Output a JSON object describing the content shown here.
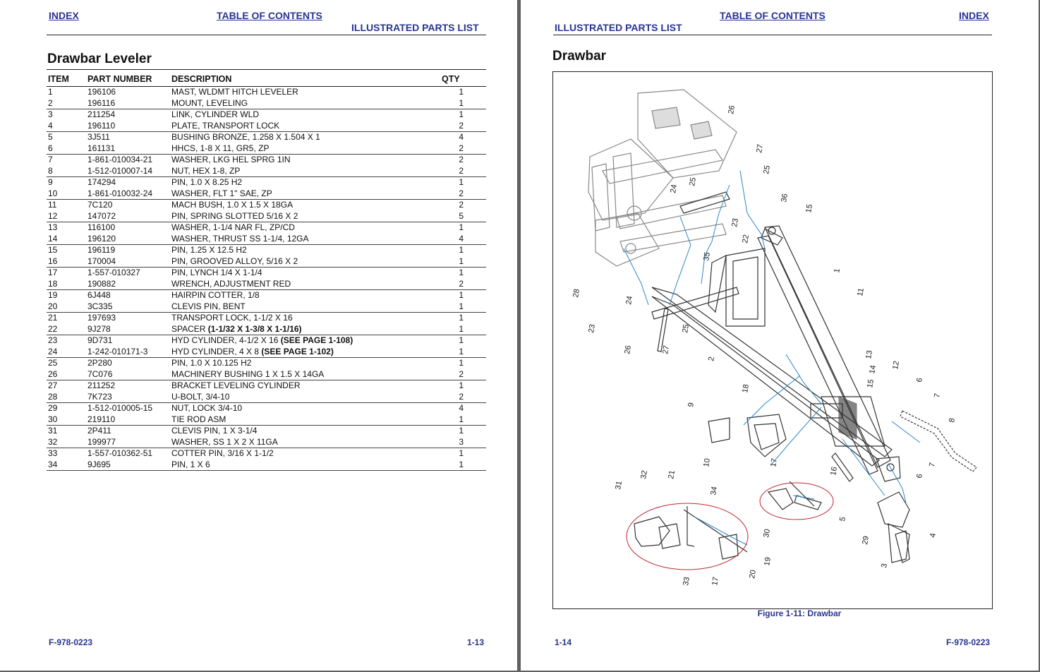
{
  "left_page": {
    "nav": {
      "index": "INDEX",
      "toc": "TABLE OF CONTENTS"
    },
    "section": "ILLUSTRATED PARTS LIST",
    "title": "Drawbar Leveler",
    "headers": {
      "item": "ITEM",
      "part": "PART NUMBER",
      "desc": "DESCRIPTION",
      "qty": "QTY"
    },
    "rows": [
      {
        "item": "1",
        "part": "196106",
        "desc": "MAST, WLDMT HITCH LEVELER",
        "ref": "",
        "qty": "1"
      },
      {
        "item": "2",
        "part": "196116",
        "desc": "MOUNT, LEVELING",
        "ref": "",
        "qty": "1"
      },
      {
        "item": "3",
        "part": "211254",
        "desc": "LINK, CYLINDER WLD",
        "ref": "",
        "qty": "1"
      },
      {
        "item": "4",
        "part": "196110",
        "desc": "PLATE, TRANSPORT LOCK",
        "ref": "",
        "qty": "2"
      },
      {
        "item": "5",
        "part": "3J511",
        "desc": "BUSHING BRONZE, 1.258 X 1.504 X 1",
        "ref": "",
        "qty": "4"
      },
      {
        "item": "6",
        "part": "161131",
        "desc": "HHCS, 1-8 X 11, GR5, ZP",
        "ref": "",
        "qty": "2"
      },
      {
        "item": "7",
        "part": "1-861-010034-21",
        "desc": "WASHER, LKG HEL SPRG 1IN",
        "ref": "",
        "qty": "2"
      },
      {
        "item": "8",
        "part": "1-512-010007-14",
        "desc": "NUT, HEX 1-8, ZP",
        "ref": "",
        "qty": "2"
      },
      {
        "item": "9",
        "part": "174294",
        "desc": "PIN, 1.0 X 8.25 H2",
        "ref": "",
        "qty": "1"
      },
      {
        "item": "10",
        "part": "1-861-010032-24",
        "desc": "WASHER, FLT 1\" SAE, ZP",
        "ref": "",
        "qty": "2"
      },
      {
        "item": "11",
        "part": "7C120",
        "desc": "MACH BUSH, 1.0 X 1.5 X 18GA",
        "ref": "",
        "qty": "2"
      },
      {
        "item": "12",
        "part": "147072",
        "desc": "PIN, SPRING SLOTTED 5/16 X 2",
        "ref": "",
        "qty": "5"
      },
      {
        "item": "13",
        "part": "116100",
        "desc": "WASHER, 1-1/4 NAR FL, ZP/CD",
        "ref": "",
        "qty": "1"
      },
      {
        "item": "14",
        "part": "196120",
        "desc": "WASHER, THRUST SS 1-1/4, 12GA",
        "ref": "",
        "qty": "4"
      },
      {
        "item": "15",
        "part": "196119",
        "desc": "PIN, 1.25 X 12.5 H2",
        "ref": "",
        "qty": "1"
      },
      {
        "item": "16",
        "part": "170004",
        "desc": "PIN, GROOVED ALLOY, 5/16 X 2",
        "ref": "",
        "qty": "1"
      },
      {
        "item": "17",
        "part": "1-557-010327",
        "desc": "PIN, LYNCH 1/4 X 1-1/4",
        "ref": "",
        "qty": "1"
      },
      {
        "item": "18",
        "part": "190882",
        "desc": "WRENCH, ADJUSTMENT RED",
        "ref": "",
        "qty": "2"
      },
      {
        "item": "19",
        "part": "6J448",
        "desc": "HAIRPIN COTTER, 1/8",
        "ref": "",
        "qty": "1"
      },
      {
        "item": "20",
        "part": "3C335",
        "desc": "CLEVIS PIN, BENT",
        "ref": "",
        "qty": "1"
      },
      {
        "item": "21",
        "part": "197693",
        "desc": "TRANSPORT LOCK, 1-1/2 X 16",
        "ref": "",
        "qty": "1"
      },
      {
        "item": "22",
        "part": "9J278",
        "desc": "SPACER ",
        "ref": "(1-1/32 X 1-3/8 X 1-1/16)",
        "qty": "1"
      },
      {
        "item": "23",
        "part": "9D731",
        "desc": "HYD CYLINDER, 4-1/2 X 16 ",
        "ref": "(SEE PAGE 1-108)",
        "qty": "1"
      },
      {
        "item": "24",
        "part": "1-242-010171-3",
        "desc": "HYD CYLINDER, 4 X 8 ",
        "ref": "(SEE PAGE 1-102)",
        "qty": "1"
      },
      {
        "item": "25",
        "part": "2P280",
        "desc": "PIN, 1.0 X 10.125 H2",
        "ref": "",
        "qty": "1"
      },
      {
        "item": "26",
        "part": "7C076",
        "desc": "MACHINERY BUSHING 1 X 1.5 X 14GA",
        "ref": "",
        "qty": "2"
      },
      {
        "item": "27",
        "part": "211252",
        "desc": "BRACKET LEVELING CYLINDER",
        "ref": "",
        "qty": "1"
      },
      {
        "item": "28",
        "part": "7K723",
        "desc": "U-BOLT, 3/4-10",
        "ref": "",
        "qty": "2"
      },
      {
        "item": "29",
        "part": "1-512-010005-15",
        "desc": "NUT, LOCK 3/4-10",
        "ref": "",
        "qty": "4"
      },
      {
        "item": "30",
        "part": "219110",
        "desc": "TIE ROD ASM",
        "ref": "",
        "qty": "1"
      },
      {
        "item": "31",
        "part": "2P411",
        "desc": "CLEVIS PIN, 1 X 3-1/4",
        "ref": "",
        "qty": "1"
      },
      {
        "item": "32",
        "part": "199977",
        "desc": "WASHER, SS 1 X 2 X 11GA",
        "ref": "",
        "qty": "3"
      },
      {
        "item": "33",
        "part": "1-557-010362-51",
        "desc": "COTTER PIN, 3/16 X 1-1/2",
        "ref": "",
        "qty": "1"
      },
      {
        "item": "34",
        "part": "9J695",
        "desc": "PIN, 1 X 6",
        "ref": "",
        "qty": "1"
      }
    ],
    "footer": {
      "doc": "F-978-0223",
      "page": "1-13"
    }
  },
  "right_page": {
    "nav": {
      "toc": "TABLE OF CONTENTS",
      "index": "INDEX"
    },
    "section": "ILLUSTRATED PARTS LIST",
    "title": "Drawbar",
    "caption": "Figure 1-11:  Drawbar",
    "callouts": [
      "26",
      "27",
      "25",
      "25",
      "24",
      "36",
      "15",
      "23",
      "22",
      "35",
      "1",
      "11",
      "28",
      "24",
      "23",
      "25",
      "26",
      "27",
      "2",
      "13",
      "12",
      "14",
      "15",
      "6",
      "7",
      "18",
      "9",
      "8",
      "10",
      "17",
      "16",
      "6",
      "7",
      "31",
      "32",
      "21",
      "34",
      "30",
      "19",
      "20",
      "17",
      "33",
      "5",
      "29",
      "3",
      "4"
    ],
    "footer": {
      "page": "1-14",
      "doc": "F-978-0223"
    }
  },
  "colors": {
    "link": "#27358f",
    "leader": "#2a87c8",
    "highlight_ring": "#c0272d"
  }
}
